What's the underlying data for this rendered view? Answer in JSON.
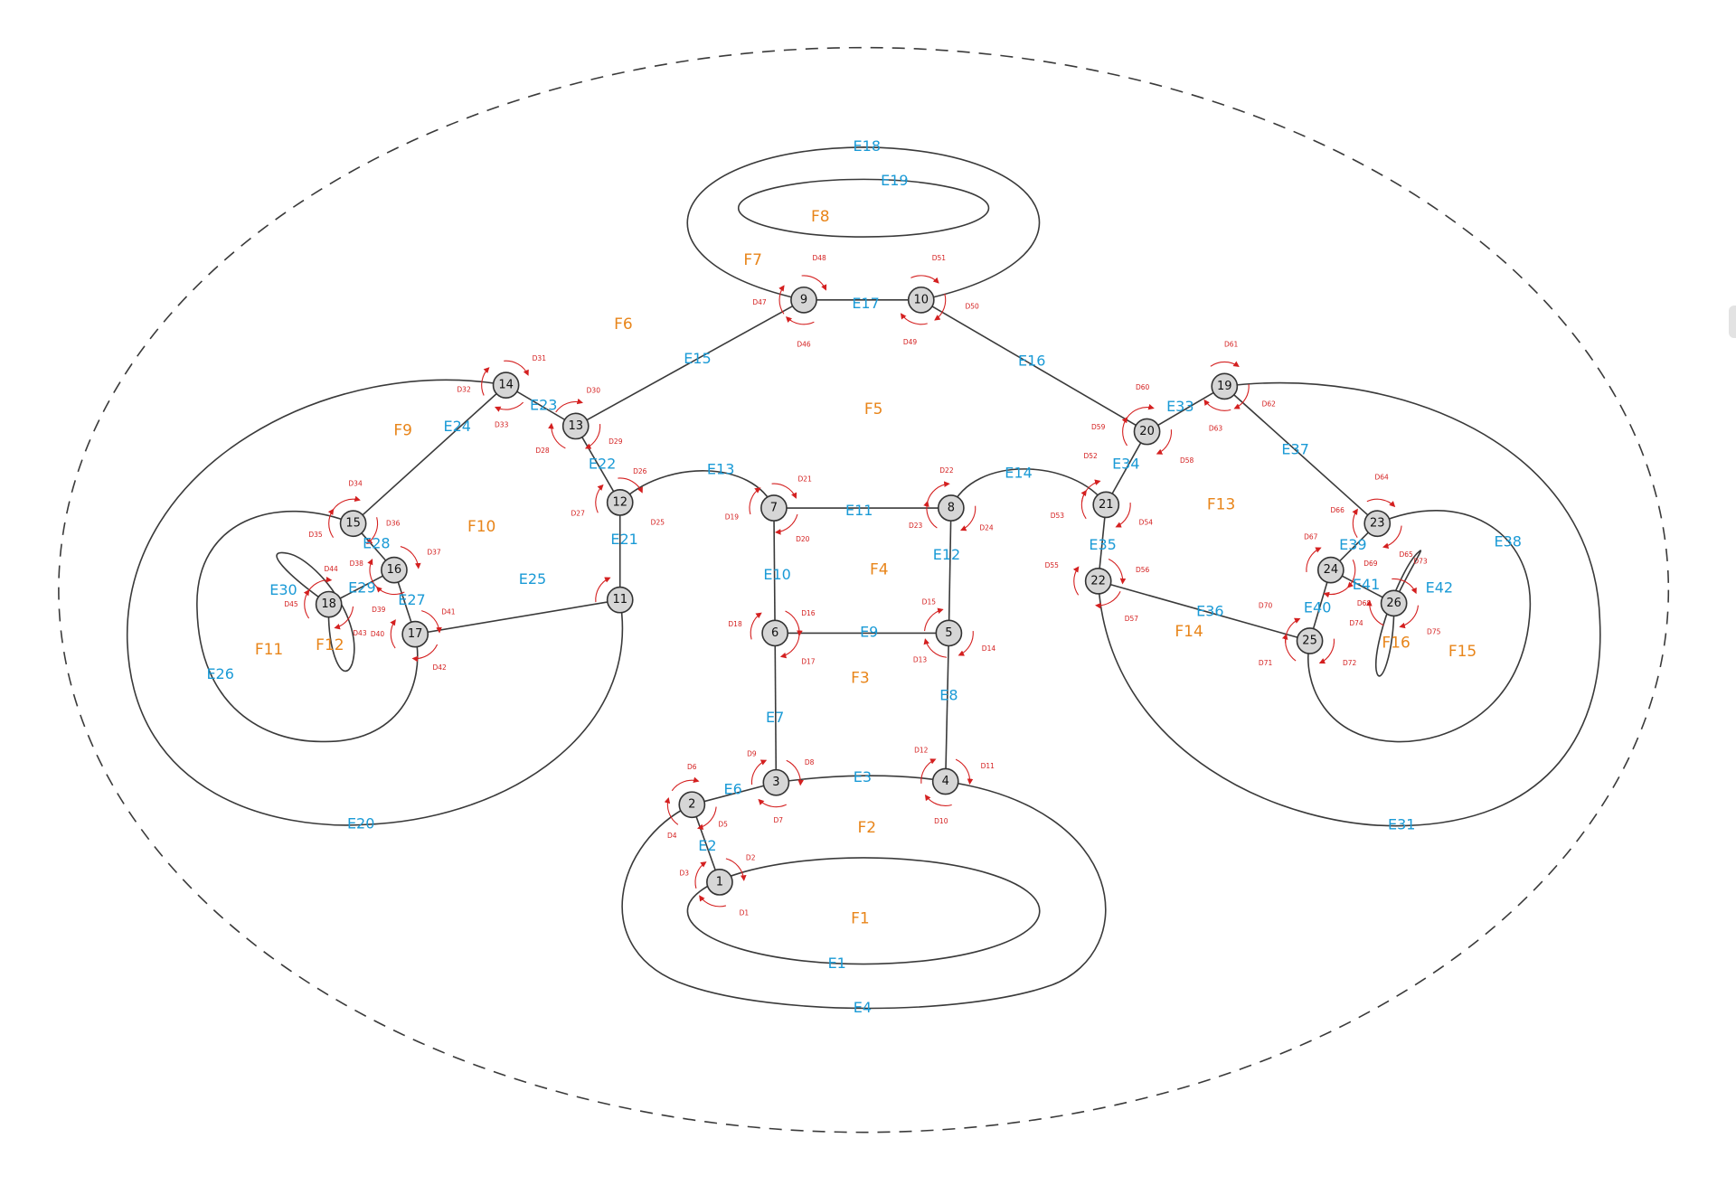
{
  "diagram": {
    "outer_face": "dashed-ellipse",
    "colors": {
      "edge": "#3a3a3a",
      "edge_label": "#1a9ad6",
      "face_label": "#e8851a",
      "dart_label": "#d42020",
      "node_fill": "#d6d6d6"
    },
    "nodes": [
      {
        "id": "1",
        "label": "1"
      },
      {
        "id": "2",
        "label": "2"
      },
      {
        "id": "3",
        "label": "3"
      },
      {
        "id": "4",
        "label": "4"
      },
      {
        "id": "5",
        "label": "5"
      },
      {
        "id": "6",
        "label": "6"
      },
      {
        "id": "7",
        "label": "7"
      },
      {
        "id": "8",
        "label": "8"
      },
      {
        "id": "9",
        "label": "9"
      },
      {
        "id": "10",
        "label": "10"
      },
      {
        "id": "11",
        "label": "11"
      },
      {
        "id": "12",
        "label": "12"
      },
      {
        "id": "13",
        "label": "13"
      },
      {
        "id": "14",
        "label": "14"
      },
      {
        "id": "15",
        "label": "15"
      },
      {
        "id": "16",
        "label": "16"
      },
      {
        "id": "17",
        "label": "17"
      },
      {
        "id": "18",
        "label": "18"
      },
      {
        "id": "19",
        "label": "19"
      },
      {
        "id": "20",
        "label": "20"
      },
      {
        "id": "21",
        "label": "21"
      },
      {
        "id": "22",
        "label": "22"
      },
      {
        "id": "23",
        "label": "23"
      },
      {
        "id": "24",
        "label": "24"
      },
      {
        "id": "25",
        "label": "25"
      },
      {
        "id": "26",
        "label": "26"
      }
    ],
    "edges": [
      {
        "id": "E1",
        "label": "E1"
      },
      {
        "id": "E2",
        "label": "E2"
      },
      {
        "id": "E3",
        "label": "E3"
      },
      {
        "id": "E4",
        "label": "E4"
      },
      {
        "id": "E6",
        "label": "E6"
      },
      {
        "id": "E7",
        "label": "E7"
      },
      {
        "id": "E8",
        "label": "E8"
      },
      {
        "id": "E9",
        "label": "E9"
      },
      {
        "id": "E10",
        "label": "E10"
      },
      {
        "id": "E11",
        "label": "E11"
      },
      {
        "id": "E12",
        "label": "E12"
      },
      {
        "id": "E13",
        "label": "E13"
      },
      {
        "id": "E14",
        "label": "E14"
      },
      {
        "id": "E15",
        "label": "E15"
      },
      {
        "id": "E16",
        "label": "E16"
      },
      {
        "id": "E17",
        "label": "E17"
      },
      {
        "id": "E18",
        "label": "E18"
      },
      {
        "id": "E19",
        "label": "E19"
      },
      {
        "id": "E20",
        "label": "E20"
      },
      {
        "id": "E21",
        "label": "E21"
      },
      {
        "id": "E22",
        "label": "E22"
      },
      {
        "id": "E23",
        "label": "E23"
      },
      {
        "id": "E24",
        "label": "E24"
      },
      {
        "id": "E25",
        "label": "E25"
      },
      {
        "id": "E26",
        "label": "E26"
      },
      {
        "id": "E27",
        "label": "E27"
      },
      {
        "id": "E28",
        "label": "E28"
      },
      {
        "id": "E29",
        "label": "E29"
      },
      {
        "id": "E30",
        "label": "E30"
      },
      {
        "id": "E31",
        "label": "E31"
      },
      {
        "id": "E33",
        "label": "E33"
      },
      {
        "id": "E34",
        "label": "E34"
      },
      {
        "id": "E35",
        "label": "E35"
      },
      {
        "id": "E36",
        "label": "E36"
      },
      {
        "id": "E37",
        "label": "E37"
      },
      {
        "id": "E38",
        "label": "E38"
      },
      {
        "id": "E39",
        "label": "E39"
      },
      {
        "id": "E40",
        "label": "E40"
      },
      {
        "id": "E41",
        "label": "E41"
      },
      {
        "id": "E42",
        "label": "E42"
      }
    ],
    "faces": [
      {
        "id": "F1",
        "label": "F1"
      },
      {
        "id": "F2",
        "label": "F2"
      },
      {
        "id": "F3",
        "label": "F3"
      },
      {
        "id": "F4",
        "label": "F4"
      },
      {
        "id": "F5",
        "label": "F5"
      },
      {
        "id": "F6",
        "label": "F6"
      },
      {
        "id": "F7",
        "label": "F7"
      },
      {
        "id": "F8",
        "label": "F8"
      },
      {
        "id": "F9",
        "label": "F9"
      },
      {
        "id": "F10",
        "label": "F10"
      },
      {
        "id": "F11",
        "label": "F11"
      },
      {
        "id": "F12",
        "label": "F12"
      },
      {
        "id": "F13",
        "label": "F13"
      },
      {
        "id": "F14",
        "label": "F14"
      },
      {
        "id": "F15",
        "label": "F15"
      },
      {
        "id": "F16",
        "label": "F16"
      }
    ],
    "darts": [
      "D1",
      "D2",
      "D3",
      "D4",
      "D5",
      "D6",
      "D7",
      "D8",
      "D9",
      "D10",
      "D11",
      "D12",
      "D13",
      "D14",
      "D15",
      "D16",
      "D17",
      "D18",
      "D19",
      "D20",
      "D21",
      "D22",
      "D23",
      "D24",
      "D25",
      "D26",
      "D27",
      "D28",
      "D29",
      "D30",
      "D31",
      "D32",
      "D33",
      "D34",
      "D35",
      "D36",
      "D37",
      "D38",
      "D39",
      "D40",
      "D41",
      "D42",
      "D43",
      "D44",
      "D45",
      "D46",
      "D47",
      "D48",
      "D49",
      "D50",
      "D51",
      "D52",
      "D53",
      "D54",
      "D55",
      "D56",
      "D57",
      "D58",
      "D59",
      "D60",
      "D61",
      "D62",
      "D63",
      "D64",
      "D65",
      "D66",
      "D67",
      "D68",
      "D69",
      "D70",
      "D71",
      "D72",
      "D73",
      "D74",
      "D75"
    ]
  }
}
